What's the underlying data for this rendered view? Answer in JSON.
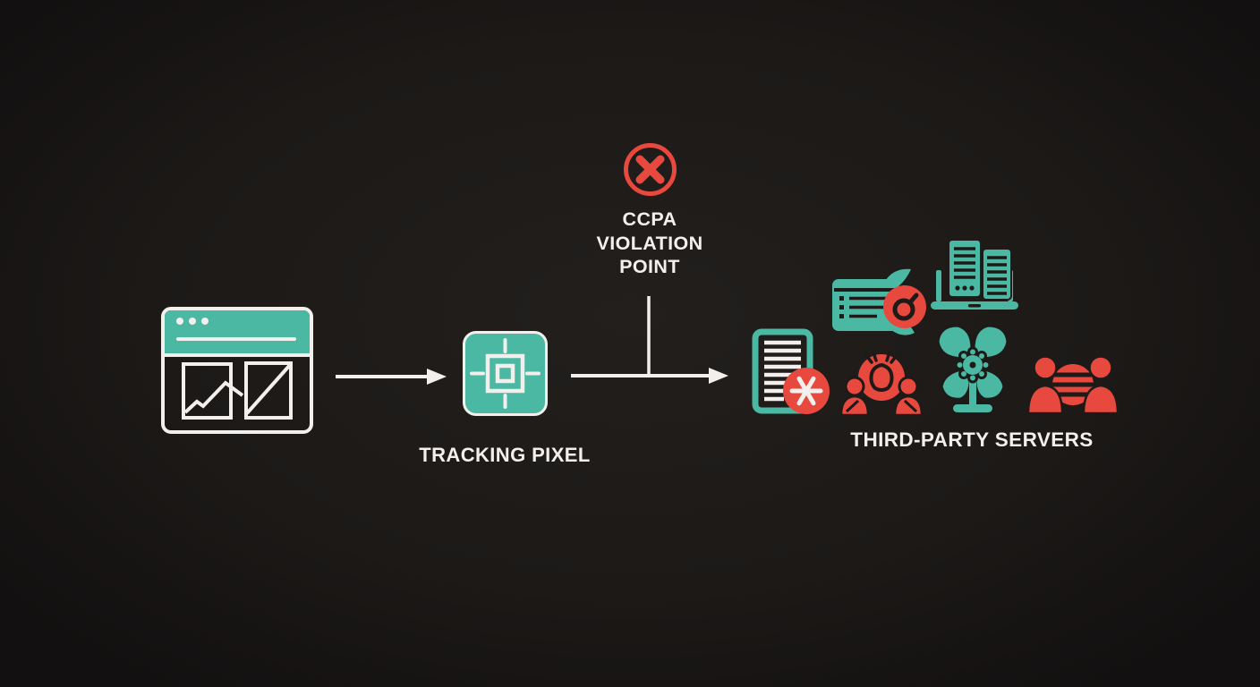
{
  "nodes": {
    "website": {
      "icon": "browser-window-icon"
    },
    "tracking_pixel": {
      "label": "TRACKING PIXEL",
      "icon": "tracking-pixel-icon"
    },
    "violation": {
      "line1": "CCPA",
      "line2": "VIOLATION",
      "line3": "POINT",
      "icon": "error-x-icon"
    },
    "third_party": {
      "label": "THIRD-PARTY SERVERS",
      "icons": [
        "document-asterisk-icon",
        "data-window-wings-icon",
        "server-laptop-icon",
        "bug-users-icon",
        "fan-gear-icon",
        "users-globe-icon"
      ]
    }
  },
  "connectors": [
    {
      "name": "arrow-website-to-pixel",
      "type": "arrow-right"
    },
    {
      "name": "arrow-pixel-to-servers",
      "type": "arrow-right"
    },
    {
      "name": "violation-connector-line",
      "type": "vertical-line"
    }
  ],
  "colors": {
    "teal": "#4ab8a2",
    "red": "#e8493f",
    "line": "#f2efec",
    "dark": "#1d1a18",
    "bg_center": "#221f1d",
    "bg_edge": "#121010"
  }
}
